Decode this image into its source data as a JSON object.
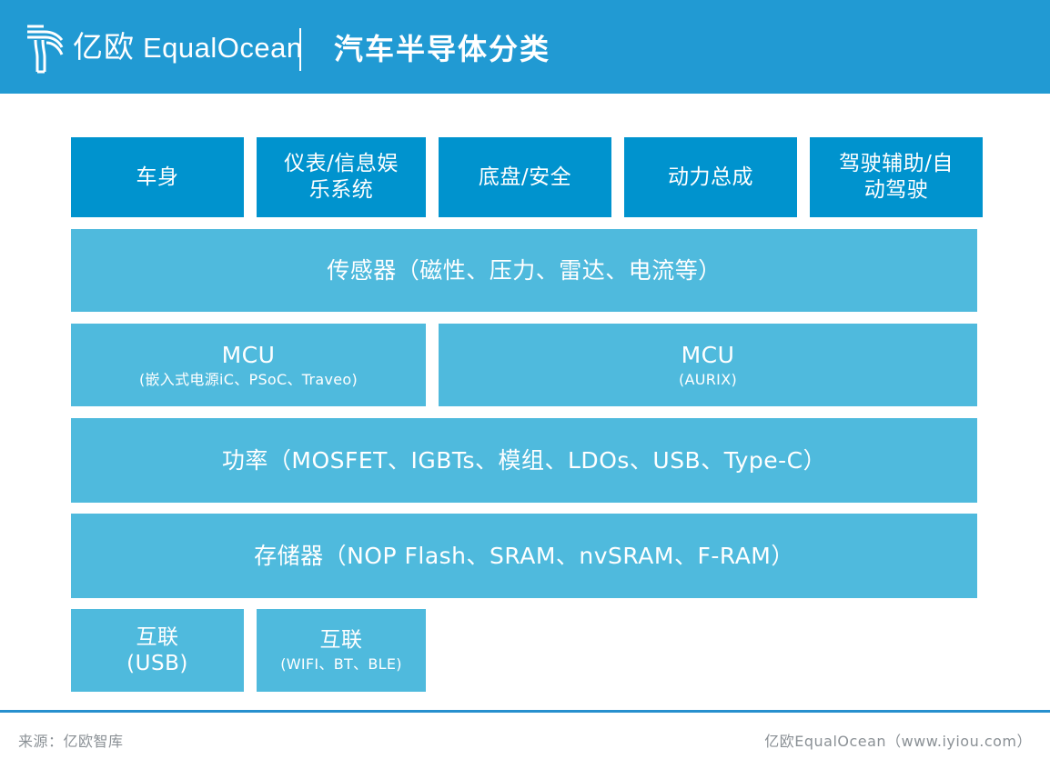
{
  "header": {
    "logo_cn": "亿欧",
    "logo_en": "EqualOcean",
    "logo_icon": "equalocean-tree-logo",
    "title": "汽车半导体分类",
    "background_color": "#219AD3"
  },
  "colors": {
    "header_blue": "#219AD3",
    "box_dark_blue": "#0093CE",
    "box_light_blue": "#4FBADD",
    "footer_rule": "#2790CE",
    "footer_text": "#8B9196"
  },
  "diagram": {
    "application_row": [
      {
        "label": "车身",
        "width": 190
      },
      {
        "label": "仪表/信息娱\n乐系统",
        "width": 186
      },
      {
        "label": "底盘/安全",
        "width": 190
      },
      {
        "label": "动力总成",
        "width": 190
      },
      {
        "label": "驾驶辅助/自\n动驾驶",
        "width": 190
      }
    ],
    "application_row_labels": {
      "body": "车身",
      "instrument_infotainment_line1": "仪表/信息娱",
      "instrument_infotainment_line2": "乐系统",
      "chassis_safety": "底盘/安全",
      "powertrain": "动力总成",
      "adas_line1": "驾驶辅助/自",
      "adas_line2": "动驾驶"
    },
    "sensor_row": {
      "label": "传感器（磁性、压力、雷达、电流等）"
    },
    "mcu_row": [
      {
        "main": "MCU",
        "sub": "(嵌入式电源iC、PSoC、Traveo)"
      },
      {
        "main": "MCU",
        "sub": "(AURIX)"
      }
    ],
    "power_row": {
      "label": "功率（MOSFET、IGBTs、模组、LDOs、USB、Type-C）"
    },
    "memory_row": {
      "label": "存储器（NOP Flash、SRAM、nvSRAM、F-RAM）"
    },
    "connectivity_row": [
      {
        "main": "互联",
        "sub": "(USB)"
      },
      {
        "main": "互联",
        "sub": "(WIFI、BT、BLE)"
      }
    ]
  },
  "footer": {
    "source": "来源：亿欧智库",
    "attribution": "亿欧EqualOcean（www.iyiou.com）"
  }
}
